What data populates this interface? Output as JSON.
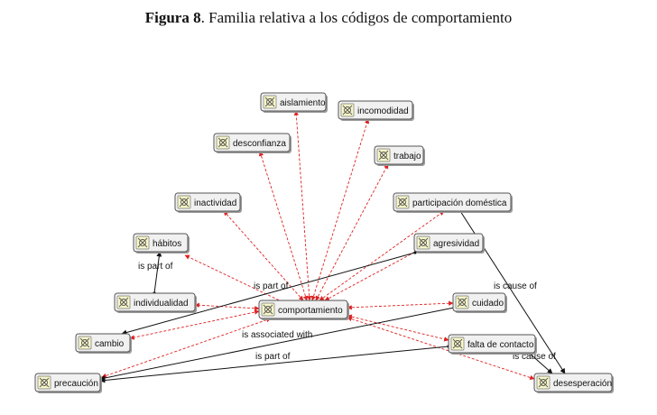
{
  "caption": {
    "label": "Figura 8",
    "text": ". Familia relativa a los códigos de comportamiento"
  },
  "colors": {
    "red_edge": "#e02020",
    "black_edge": "#111111",
    "node_fill": "#f1f1f1",
    "icon_fill": "#f6f6c8"
  },
  "node_icon": "code-icon",
  "nodes": [
    {
      "id": "aislamiento",
      "label": "aislamiento"
    },
    {
      "id": "incomodidad",
      "label": "incomodidad"
    },
    {
      "id": "desconfianza",
      "label": "desconfianza"
    },
    {
      "id": "trabajo",
      "label": "trabajo"
    },
    {
      "id": "inactividad",
      "label": "inactividad"
    },
    {
      "id": "participacion",
      "label": "participación doméstica"
    },
    {
      "id": "habitos",
      "label": "hábitos"
    },
    {
      "id": "agresividad",
      "label": "agresividad"
    },
    {
      "id": "individualidad",
      "label": "individualidad"
    },
    {
      "id": "comportamiento",
      "label": "comportamiento"
    },
    {
      "id": "cuidado",
      "label": "cuidado"
    },
    {
      "id": "cambio",
      "label": "cambio"
    },
    {
      "id": "falta",
      "label": "falta de contacto"
    },
    {
      "id": "precaucion",
      "label": "precaución"
    },
    {
      "id": "desesperacion",
      "label": "desesperación"
    }
  ],
  "edges": [
    {
      "from": "comportamiento",
      "to": "aislamiento",
      "style": "red"
    },
    {
      "from": "comportamiento",
      "to": "incomodidad",
      "style": "red"
    },
    {
      "from": "comportamiento",
      "to": "desconfianza",
      "style": "red"
    },
    {
      "from": "comportamiento",
      "to": "trabajo",
      "style": "red"
    },
    {
      "from": "comportamiento",
      "to": "inactividad",
      "style": "red"
    },
    {
      "from": "comportamiento",
      "to": "participacion",
      "style": "red"
    },
    {
      "from": "comportamiento",
      "to": "habitos",
      "style": "red"
    },
    {
      "from": "comportamiento",
      "to": "agresividad",
      "style": "red"
    },
    {
      "from": "comportamiento",
      "to": "individualidad",
      "style": "red"
    },
    {
      "from": "comportamiento",
      "to": "cuidado",
      "style": "red"
    },
    {
      "from": "comportamiento",
      "to": "cambio",
      "style": "red"
    },
    {
      "from": "comportamiento",
      "to": "falta",
      "style": "red"
    },
    {
      "from": "comportamiento",
      "to": "precaucion",
      "style": "red"
    },
    {
      "from": "comportamiento",
      "to": "desesperacion",
      "style": "red"
    },
    {
      "from": "individualidad",
      "to": "habitos",
      "style": "black",
      "label": "is part of"
    },
    {
      "from": "agresividad",
      "to": "cambio",
      "style": "black",
      "label": "is part of"
    },
    {
      "from": "cuidado",
      "to": "precaucion",
      "style": "black",
      "label": "is associated with"
    },
    {
      "from": "falta",
      "to": "precaucion",
      "style": "black",
      "label": "is part of"
    },
    {
      "from": "participacion",
      "to": "desesperacion",
      "style": "black",
      "label": "is cause of"
    },
    {
      "from": "falta",
      "to": "desesperacion",
      "style": "black",
      "label": "is cause of"
    }
  ]
}
